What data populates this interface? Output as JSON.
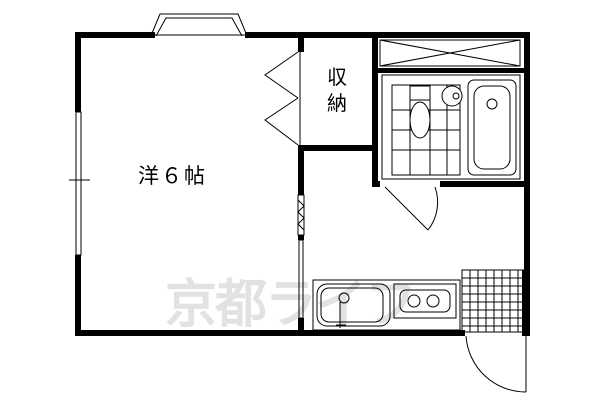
{
  "rooms": {
    "western_room": "洋６帖",
    "storage": "収納"
  },
  "watermark": "京都ライフ",
  "colors": {
    "wall": "#000000",
    "line": "#000000",
    "watermark": "#e2e2e2"
  }
}
